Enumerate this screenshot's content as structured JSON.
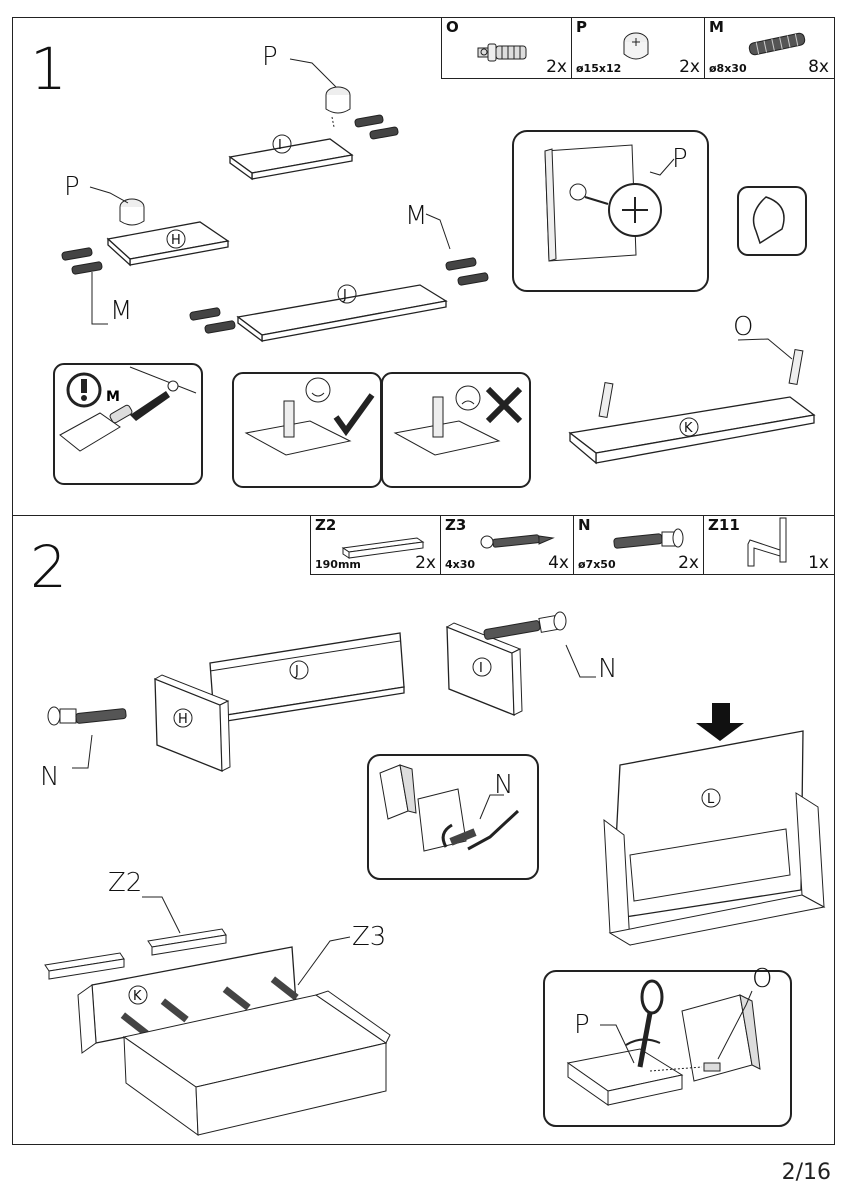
{
  "page": {
    "number": "2/16"
  },
  "step1": {
    "number": "1",
    "parts": [
      {
        "code": "O",
        "spec": "",
        "qty": "2x",
        "icon": "cam-bolt-icon"
      },
      {
        "code": "P",
        "spec": "ø15x12",
        "qty": "2x",
        "icon": "cam-lock-icon"
      },
      {
        "code": "M",
        "spec": "ø8x30",
        "qty": "8x",
        "icon": "dowel-icon"
      }
    ],
    "labels": {
      "P": "P",
      "M": "M",
      "O": "O",
      "H": "H",
      "I": "I",
      "J": "J",
      "K": "K",
      "warn_M": "M"
    }
  },
  "step2": {
    "number": "2",
    "parts": [
      {
        "code": "Z2",
        "spec": "190mm",
        "qty": "2x",
        "icon": "rail-icon"
      },
      {
        "code": "Z3",
        "spec": "4x30",
        "qty": "4x",
        "icon": "screw-icon"
      },
      {
        "code": "N",
        "spec": "ø7x50",
        "qty": "2x",
        "icon": "confirmat-screw-icon"
      },
      {
        "code": "Z11",
        "spec": "",
        "qty": "1x",
        "icon": "allen-key-icon"
      }
    ],
    "labels": {
      "N": "N",
      "Z2": "Z2",
      "Z3": "Z3",
      "O": "O",
      "P": "P",
      "H": "H",
      "I": "I",
      "J": "J",
      "K": "K",
      "L": "L"
    }
  }
}
